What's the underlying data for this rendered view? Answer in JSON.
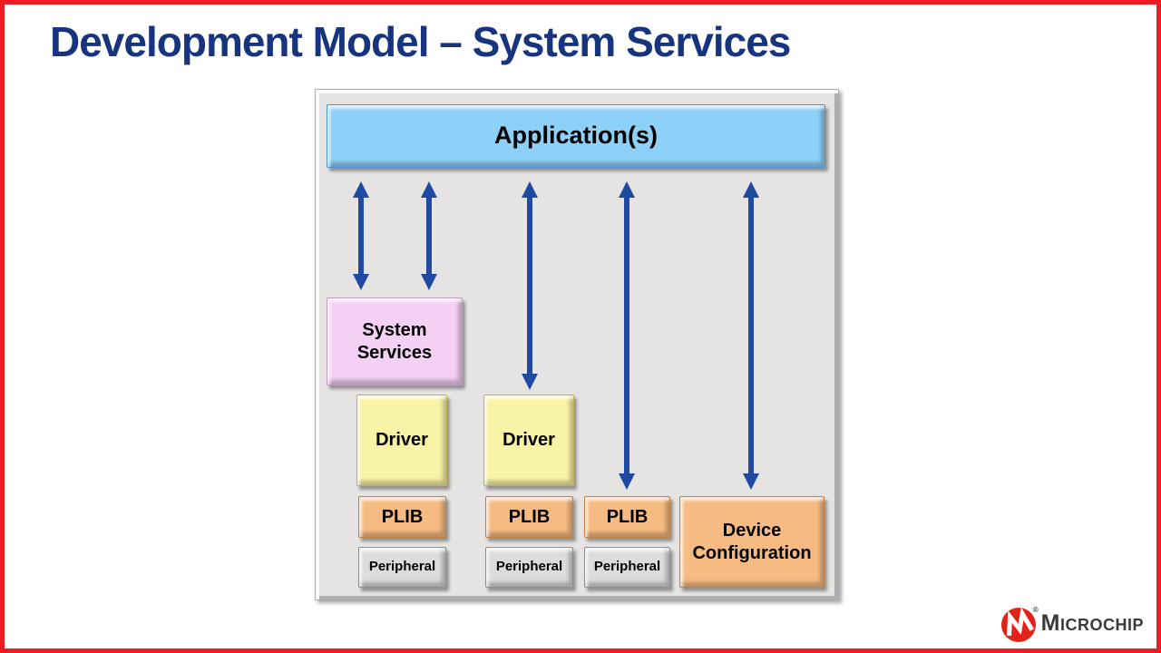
{
  "slide": {
    "title": "Development Model – System Services",
    "title_color": "#17357F",
    "border_color": "#EE1C25"
  },
  "diagram": {
    "application": {
      "label": "Application(s)"
    },
    "system_services": {
      "label": "System Services"
    },
    "drivers": [
      {
        "label": "Driver"
      },
      {
        "label": "Driver"
      }
    ],
    "plibs": [
      {
        "label": "PLIB"
      },
      {
        "label": "PLIB"
      },
      {
        "label": "PLIB"
      }
    ],
    "peripherals": [
      {
        "label": "Peripheral"
      },
      {
        "label": "Peripheral"
      },
      {
        "label": "Peripheral"
      }
    ],
    "device_configuration": {
      "label": "Device Configuration"
    },
    "colors": {
      "panel_fill": "#E5E4E3",
      "application_fill": "#8DD0F8",
      "system_services_fill": "#F4D0F4",
      "driver_fill": "#F9F3A5",
      "plib_fill": "#F6BB82",
      "peripheral_fill": "#DCDCDC",
      "device_configuration_fill": "#F6BB82",
      "arrow": "#1E4BA1"
    }
  },
  "logo": {
    "brand": "Microchip",
    "registered_mark": "®",
    "icon_color": "#E2231A",
    "text_color": "#3A3A39"
  }
}
